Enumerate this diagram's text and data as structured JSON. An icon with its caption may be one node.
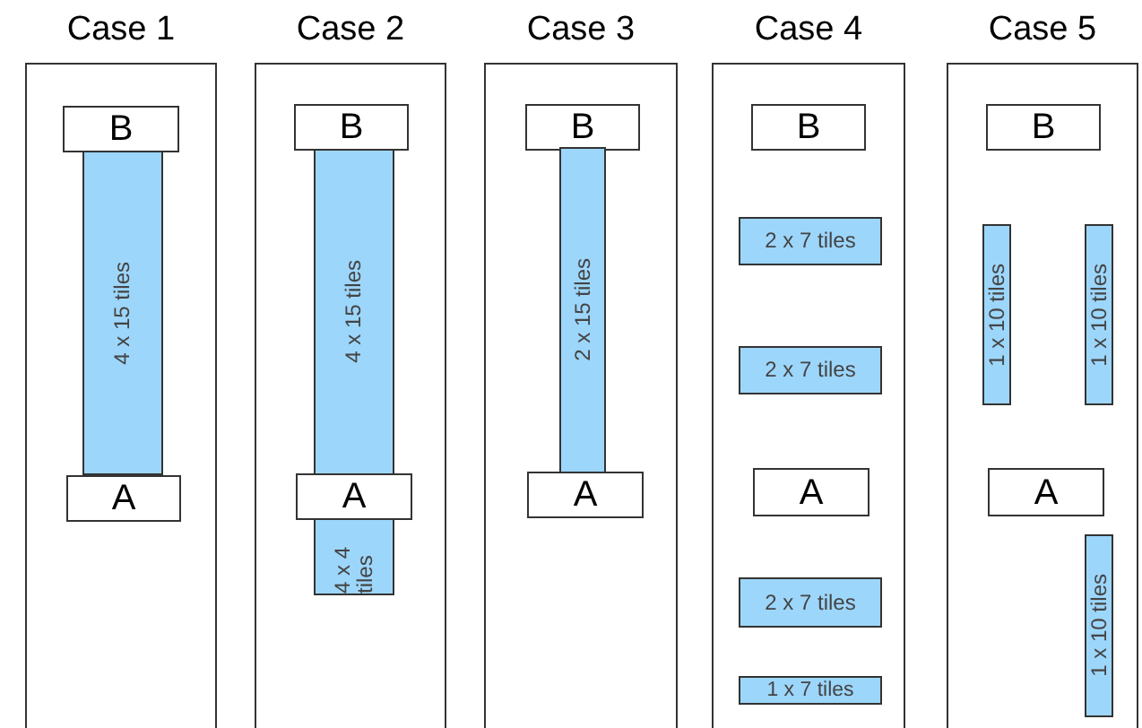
{
  "diagram": {
    "nodes": [
      {
        "text": [
          "Case 1"
        ]
      },
      {
        "text": [
          "B"
        ],
        "in": 0
      },
      {
        "text": [
          "4 x 15 tiles"
        ],
        "in": 0
      },
      {
        "text": [
          "A"
        ],
        "in": 0
      },
      {
        "text": [
          "Case 2"
        ]
      },
      {
        "text": [
          "B"
        ],
        "in": 4
      },
      {
        "text": [
          "4 x 15 tiles"
        ],
        "in": 4
      },
      {
        "text": [
          "A"
        ],
        "in": 4
      },
      {
        "text": [
          "4 x 4 tiles"
        ],
        "in": 4
      },
      {
        "text": [
          "Case 3"
        ]
      },
      {
        "text": [
          "B"
        ],
        "in": 9
      },
      {
        "text": [
          "2 x 15 tiles"
        ],
        "in": 9
      },
      {
        "text": [
          "A"
        ],
        "in": 9
      },
      {
        "text": [
          "Case 4"
        ]
      },
      {
        "text": [
          "B"
        ],
        "in": 13
      },
      {
        "text": [
          "2 x 7 tiles"
        ],
        "in": 13
      },
      {
        "text": [
          "2 x 7 tiles"
        ],
        "in": 13
      },
      {
        "text": [
          "A"
        ],
        "in": 13
      },
      {
        "text": [
          "2 x 7 tiles"
        ],
        "in": 13
      },
      {
        "text": [
          "1 x 7 tiles"
        ],
        "in": 13
      },
      {
        "text": [
          "Case 5"
        ]
      },
      {
        "text": [
          "B"
        ],
        "in": 20
      },
      {
        "text": [
          "1 x 10 tiles"
        ],
        "in": 20
      },
      {
        "text": [
          "1 x 10 tiles"
        ],
        "in": 20
      },
      {
        "text": [
          "A"
        ],
        "in": 20
      },
      {
        "text": [
          "1 x 10 tiles"
        ],
        "in": 20
      }
    ]
  }
}
